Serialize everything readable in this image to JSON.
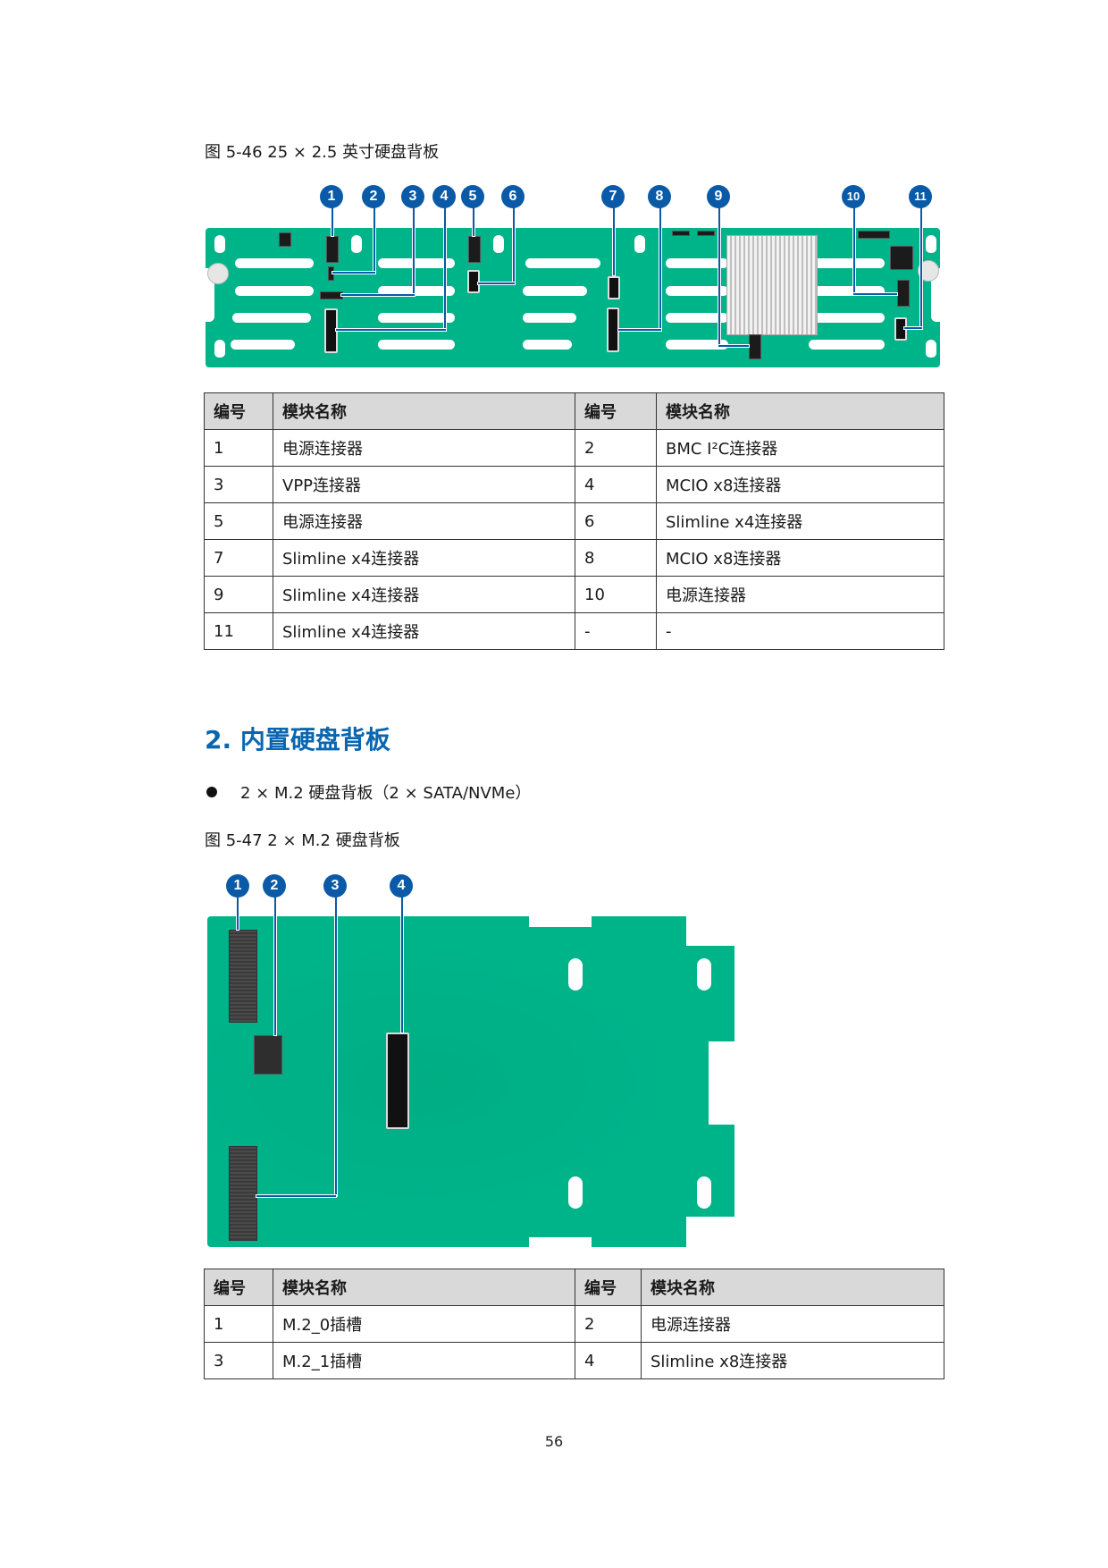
{
  "figure1": {
    "caption": "图 5-46 25 × 2.5 英寸硬盘背板",
    "callouts": [
      "1",
      "2",
      "3",
      "4",
      "5",
      "6",
      "7",
      "8",
      "9",
      "10",
      "11"
    ]
  },
  "table1": {
    "headers": [
      "编号",
      "模块名称",
      "编号",
      "模块名称"
    ],
    "rows": [
      [
        "1",
        "电源连接器",
        "2",
        "BMC I²C连接器"
      ],
      [
        "3",
        "VPP连接器",
        "4",
        "MCIO x8连接器"
      ],
      [
        "5",
        "电源连接器",
        "6",
        "Slimline x4连接器"
      ],
      [
        "7",
        "Slimline x4连接器",
        "8",
        "MCIO x8连接器"
      ],
      [
        "9",
        "Slimline x4连接器",
        "10",
        "电源连接器"
      ],
      [
        "11",
        "Slimline x4连接器",
        "-",
        "-"
      ]
    ]
  },
  "section": {
    "heading": "2. 内置硬盘背板",
    "bullet": "2 × M.2 硬盘背板（2 × SATA/NVMe）"
  },
  "figure2": {
    "caption": "图 5-47 2 × M.2 硬盘背板",
    "callouts": [
      "1",
      "2",
      "3",
      "4"
    ]
  },
  "table2": {
    "headers": [
      "编号",
      "模块名称",
      "编号",
      "模块名称"
    ],
    "rows": [
      [
        "1",
        "M.2_0插槽",
        "2",
        "电源连接器"
      ],
      [
        "3",
        "M.2_1插槽",
        "4",
        "Slimline x8连接器"
      ]
    ]
  },
  "colors": {
    "pcb": "#00b48a",
    "callout": "#0a5aa8",
    "heading": "#0a66b0",
    "table_header_bg": "#d9d9d9"
  },
  "footer": {
    "page_number": "56"
  }
}
